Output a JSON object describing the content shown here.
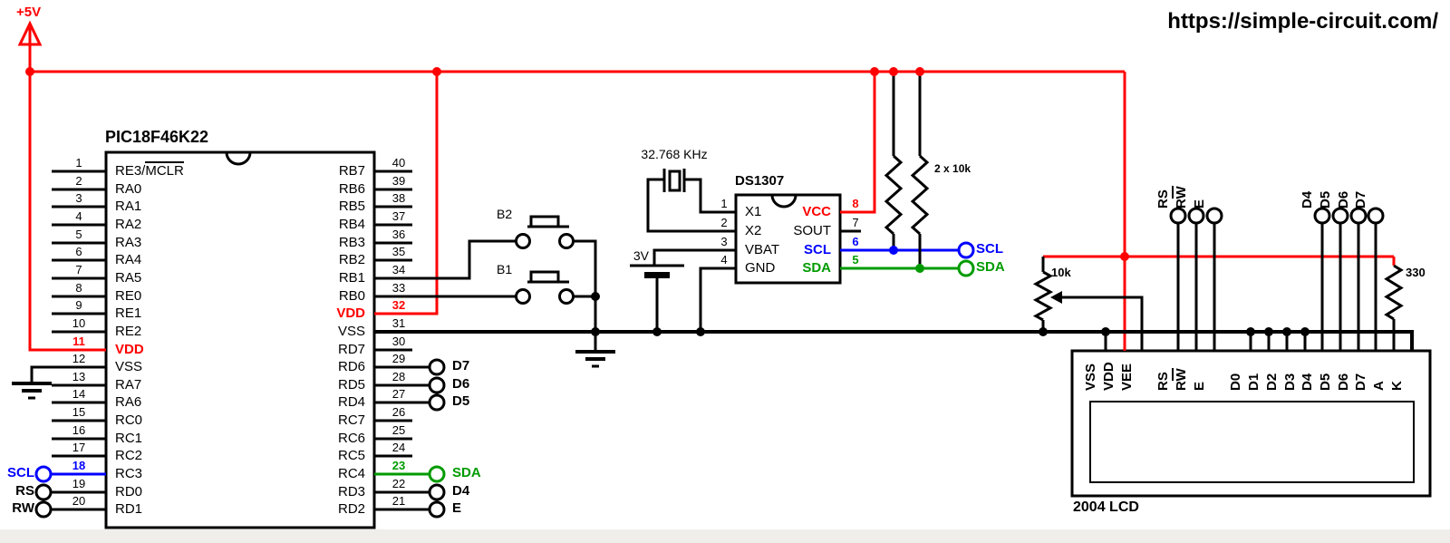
{
  "title": "https://simple-circuit.com/",
  "power_rail_label": "+5V",
  "colors": {
    "red": "#ff0000",
    "blue": "#0000ff",
    "green": "#009b00",
    "black": "#000000"
  },
  "pic": {
    "title": "PIC18F46K22",
    "left_pins": [
      {
        "num": "1",
        "label": {
          "t": "RE3/",
          "o": "MCLR"
        }
      },
      {
        "num": "2",
        "label": "RA0"
      },
      {
        "num": "3",
        "label": "RA1"
      },
      {
        "num": "4",
        "label": "RA2"
      },
      {
        "num": "5",
        "label": "RA3"
      },
      {
        "num": "6",
        "label": "RA4"
      },
      {
        "num": "7",
        "label": "RA5"
      },
      {
        "num": "8",
        "label": "RE0"
      },
      {
        "num": "9",
        "label": "RE1"
      },
      {
        "num": "10",
        "label": "RE2"
      },
      {
        "num": "11",
        "label": "VDD",
        "color": "red"
      },
      {
        "num": "12",
        "label": "VSS"
      },
      {
        "num": "13",
        "label": "RA7"
      },
      {
        "num": "14",
        "label": "RA6"
      },
      {
        "num": "15",
        "label": "RC0"
      },
      {
        "num": "16",
        "label": "RC1"
      },
      {
        "num": "17",
        "label": "RC2"
      },
      {
        "num": "18",
        "label": "RC3",
        "num_color": "blue"
      },
      {
        "num": "19",
        "label": "RD0"
      },
      {
        "num": "20",
        "label": "RD1"
      }
    ],
    "right_pins": [
      {
        "num": "40",
        "label": "RB7"
      },
      {
        "num": "39",
        "label": "RB6"
      },
      {
        "num": "38",
        "label": "RB5"
      },
      {
        "num": "37",
        "label": "RB4"
      },
      {
        "num": "36",
        "label": "RB3"
      },
      {
        "num": "35",
        "label": "RB2"
      },
      {
        "num": "34",
        "label": "RB1"
      },
      {
        "num": "33",
        "label": "RB0"
      },
      {
        "num": "32",
        "label": "VDD",
        "color": "red"
      },
      {
        "num": "31",
        "label": "VSS"
      },
      {
        "num": "30",
        "label": "RD7"
      },
      {
        "num": "29",
        "label": "RD6"
      },
      {
        "num": "28",
        "label": "RD5"
      },
      {
        "num": "27",
        "label": "RD4"
      },
      {
        "num": "26",
        "label": "RC7"
      },
      {
        "num": "25",
        "label": "RC6"
      },
      {
        "num": "24",
        "label": "RC5"
      },
      {
        "num": "23",
        "label": "RC4",
        "num_color": "green"
      },
      {
        "num": "22",
        "label": "RD3"
      },
      {
        "num": "21",
        "label": "RD2"
      }
    ]
  },
  "ds1307": {
    "title": "DS1307",
    "left_pins": [
      {
        "num": "1",
        "label": "X1"
      },
      {
        "num": "2",
        "label": "X2"
      },
      {
        "num": "3",
        "label": "VBAT"
      },
      {
        "num": "4",
        "label": "GND"
      }
    ],
    "right_pins": [
      {
        "num": "8",
        "label": "VCC",
        "color": "red"
      },
      {
        "num": "7",
        "label": "SOUT"
      },
      {
        "num": "6",
        "label": "SCL",
        "color": "blue"
      },
      {
        "num": "5",
        "label": "SDA",
        "color": "green"
      }
    ]
  },
  "lcd": {
    "title": "2004 LCD",
    "pins": [
      "VSS",
      "VDD",
      "VEE",
      "RS",
      {
        "t": "R",
        "o": "W"
      },
      "E",
      "D0",
      "D1",
      "D2",
      "D3",
      "D4",
      "D5",
      "D6",
      "D7",
      "A",
      "K"
    ]
  },
  "terminals": {
    "left": [
      {
        "label": "SCL",
        "color": "blue"
      },
      {
        "label": "RS"
      },
      {
        "label": "RW"
      }
    ],
    "pic_right": [
      {
        "label": "D7"
      },
      {
        "label": "D6"
      },
      {
        "label": "D5"
      },
      {
        "label": "SDA",
        "color": "green"
      },
      {
        "label": "D4"
      },
      {
        "label": "E"
      }
    ],
    "i2c": [
      {
        "label": "SCL",
        "color": "blue"
      },
      {
        "label": "SDA",
        "color": "green"
      }
    ],
    "lcd_top": [
      {
        "label": "RS"
      },
      {
        "label": {
          "t": "R",
          "o": "W"
        }
      },
      {
        "label": "E"
      },
      {
        "label": "D4"
      },
      {
        "label": "D5"
      },
      {
        "label": "D6"
      },
      {
        "label": "D7"
      }
    ]
  },
  "components": {
    "crystal_label": "32.768 KHz",
    "battery_label": "3V",
    "pullup_label": "2 x 10k",
    "pot_label": "10k",
    "resistor_label": "330",
    "button_top": "B2",
    "button_bottom": "B1"
  }
}
